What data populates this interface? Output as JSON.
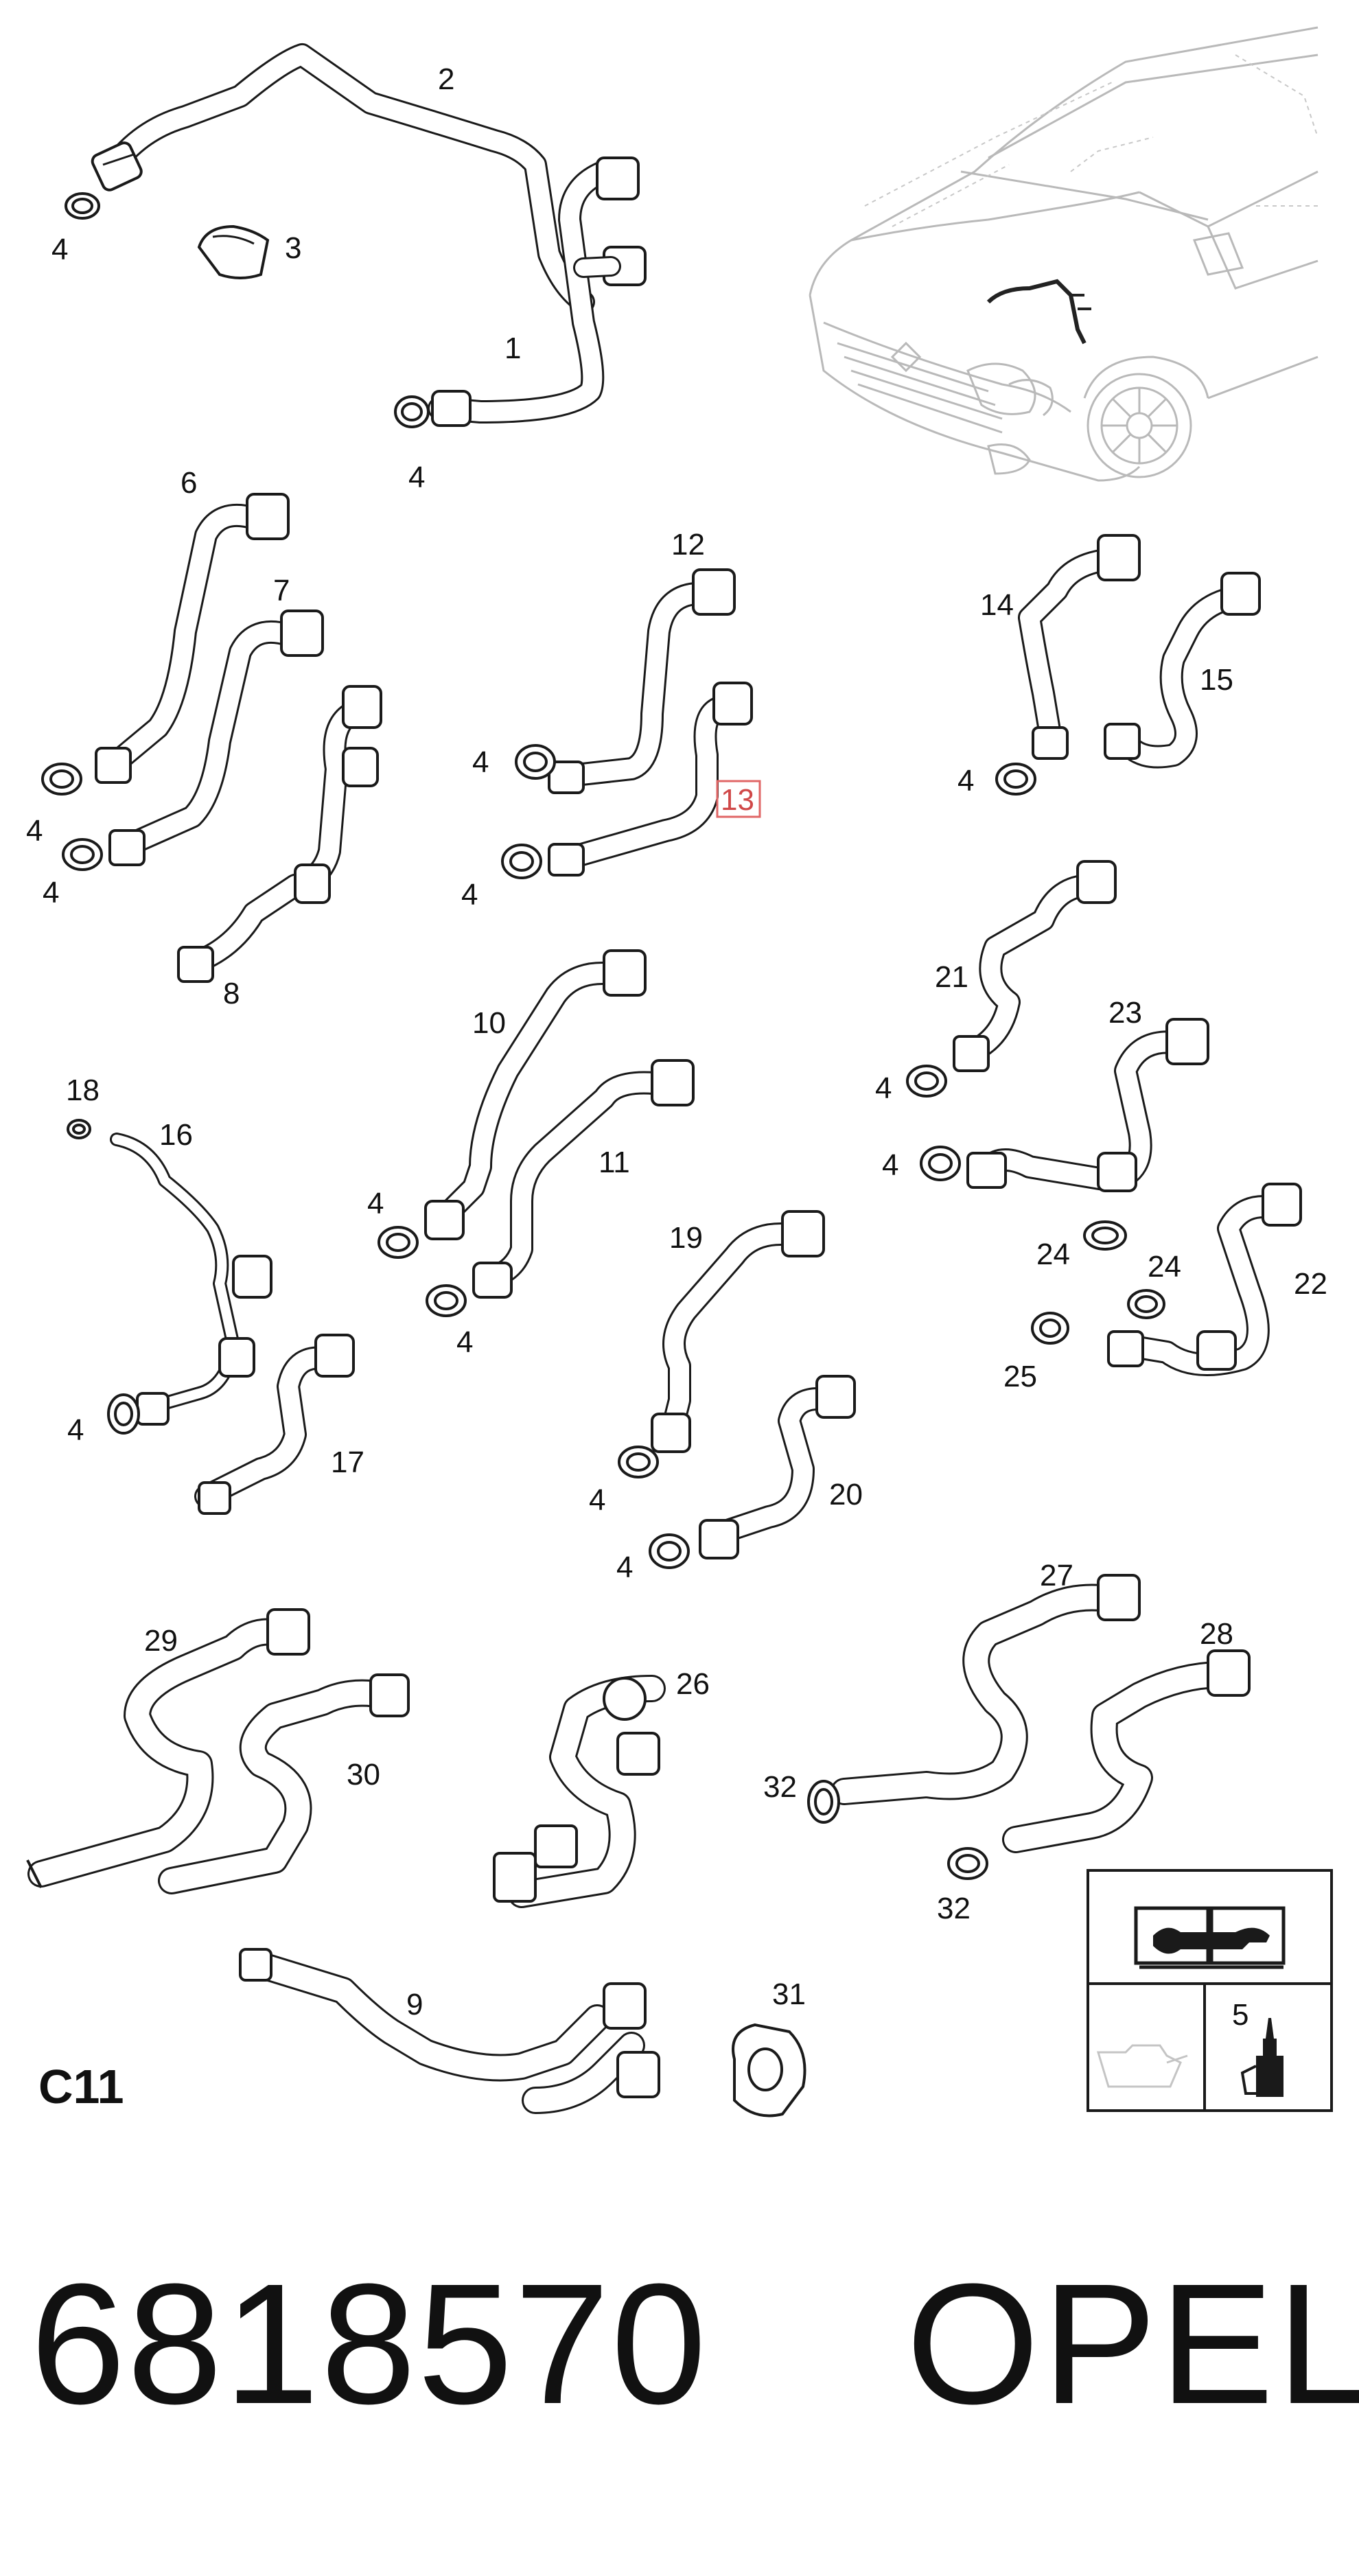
{
  "section_code": "C11",
  "part_number": "6818570",
  "brand": "OPEL",
  "highlight_color": "#e06666",
  "highlighted_callout": "13",
  "icons": [
    "repair-manual-icon",
    "wrench-icon",
    "engine-oil-icon",
    "sealant-tube-icon",
    "car-outline-icon"
  ],
  "callouts": {
    "c1": "1",
    "c2": "2",
    "c3": "3",
    "c4a": "4",
    "c4b": "4",
    "c6": "6",
    "c7": "7",
    "c4c": "4",
    "c4d": "4",
    "c8": "8",
    "c12": "12",
    "c4e": "4",
    "c13": "13",
    "c4f": "4",
    "c14": "14",
    "c15": "15",
    "c4g": "4",
    "c21": "21",
    "c23": "23",
    "c4h": "4",
    "c4i": "4",
    "c18": "18",
    "c16": "16",
    "c4j": "4",
    "c17": "17",
    "c10": "10",
    "c11": "11",
    "c4k": "4",
    "c4l": "4",
    "c19": "19",
    "c4m": "4",
    "c20": "20",
    "c4n": "4",
    "c24a": "24",
    "c24b": "24",
    "c22": "22",
    "c25": "25",
    "c29": "29",
    "c30": "30",
    "c26": "26",
    "c27": "27",
    "c28": "28",
    "c32a": "32",
    "c32b": "32",
    "c9": "9",
    "c31": "31",
    "c5": "5"
  }
}
